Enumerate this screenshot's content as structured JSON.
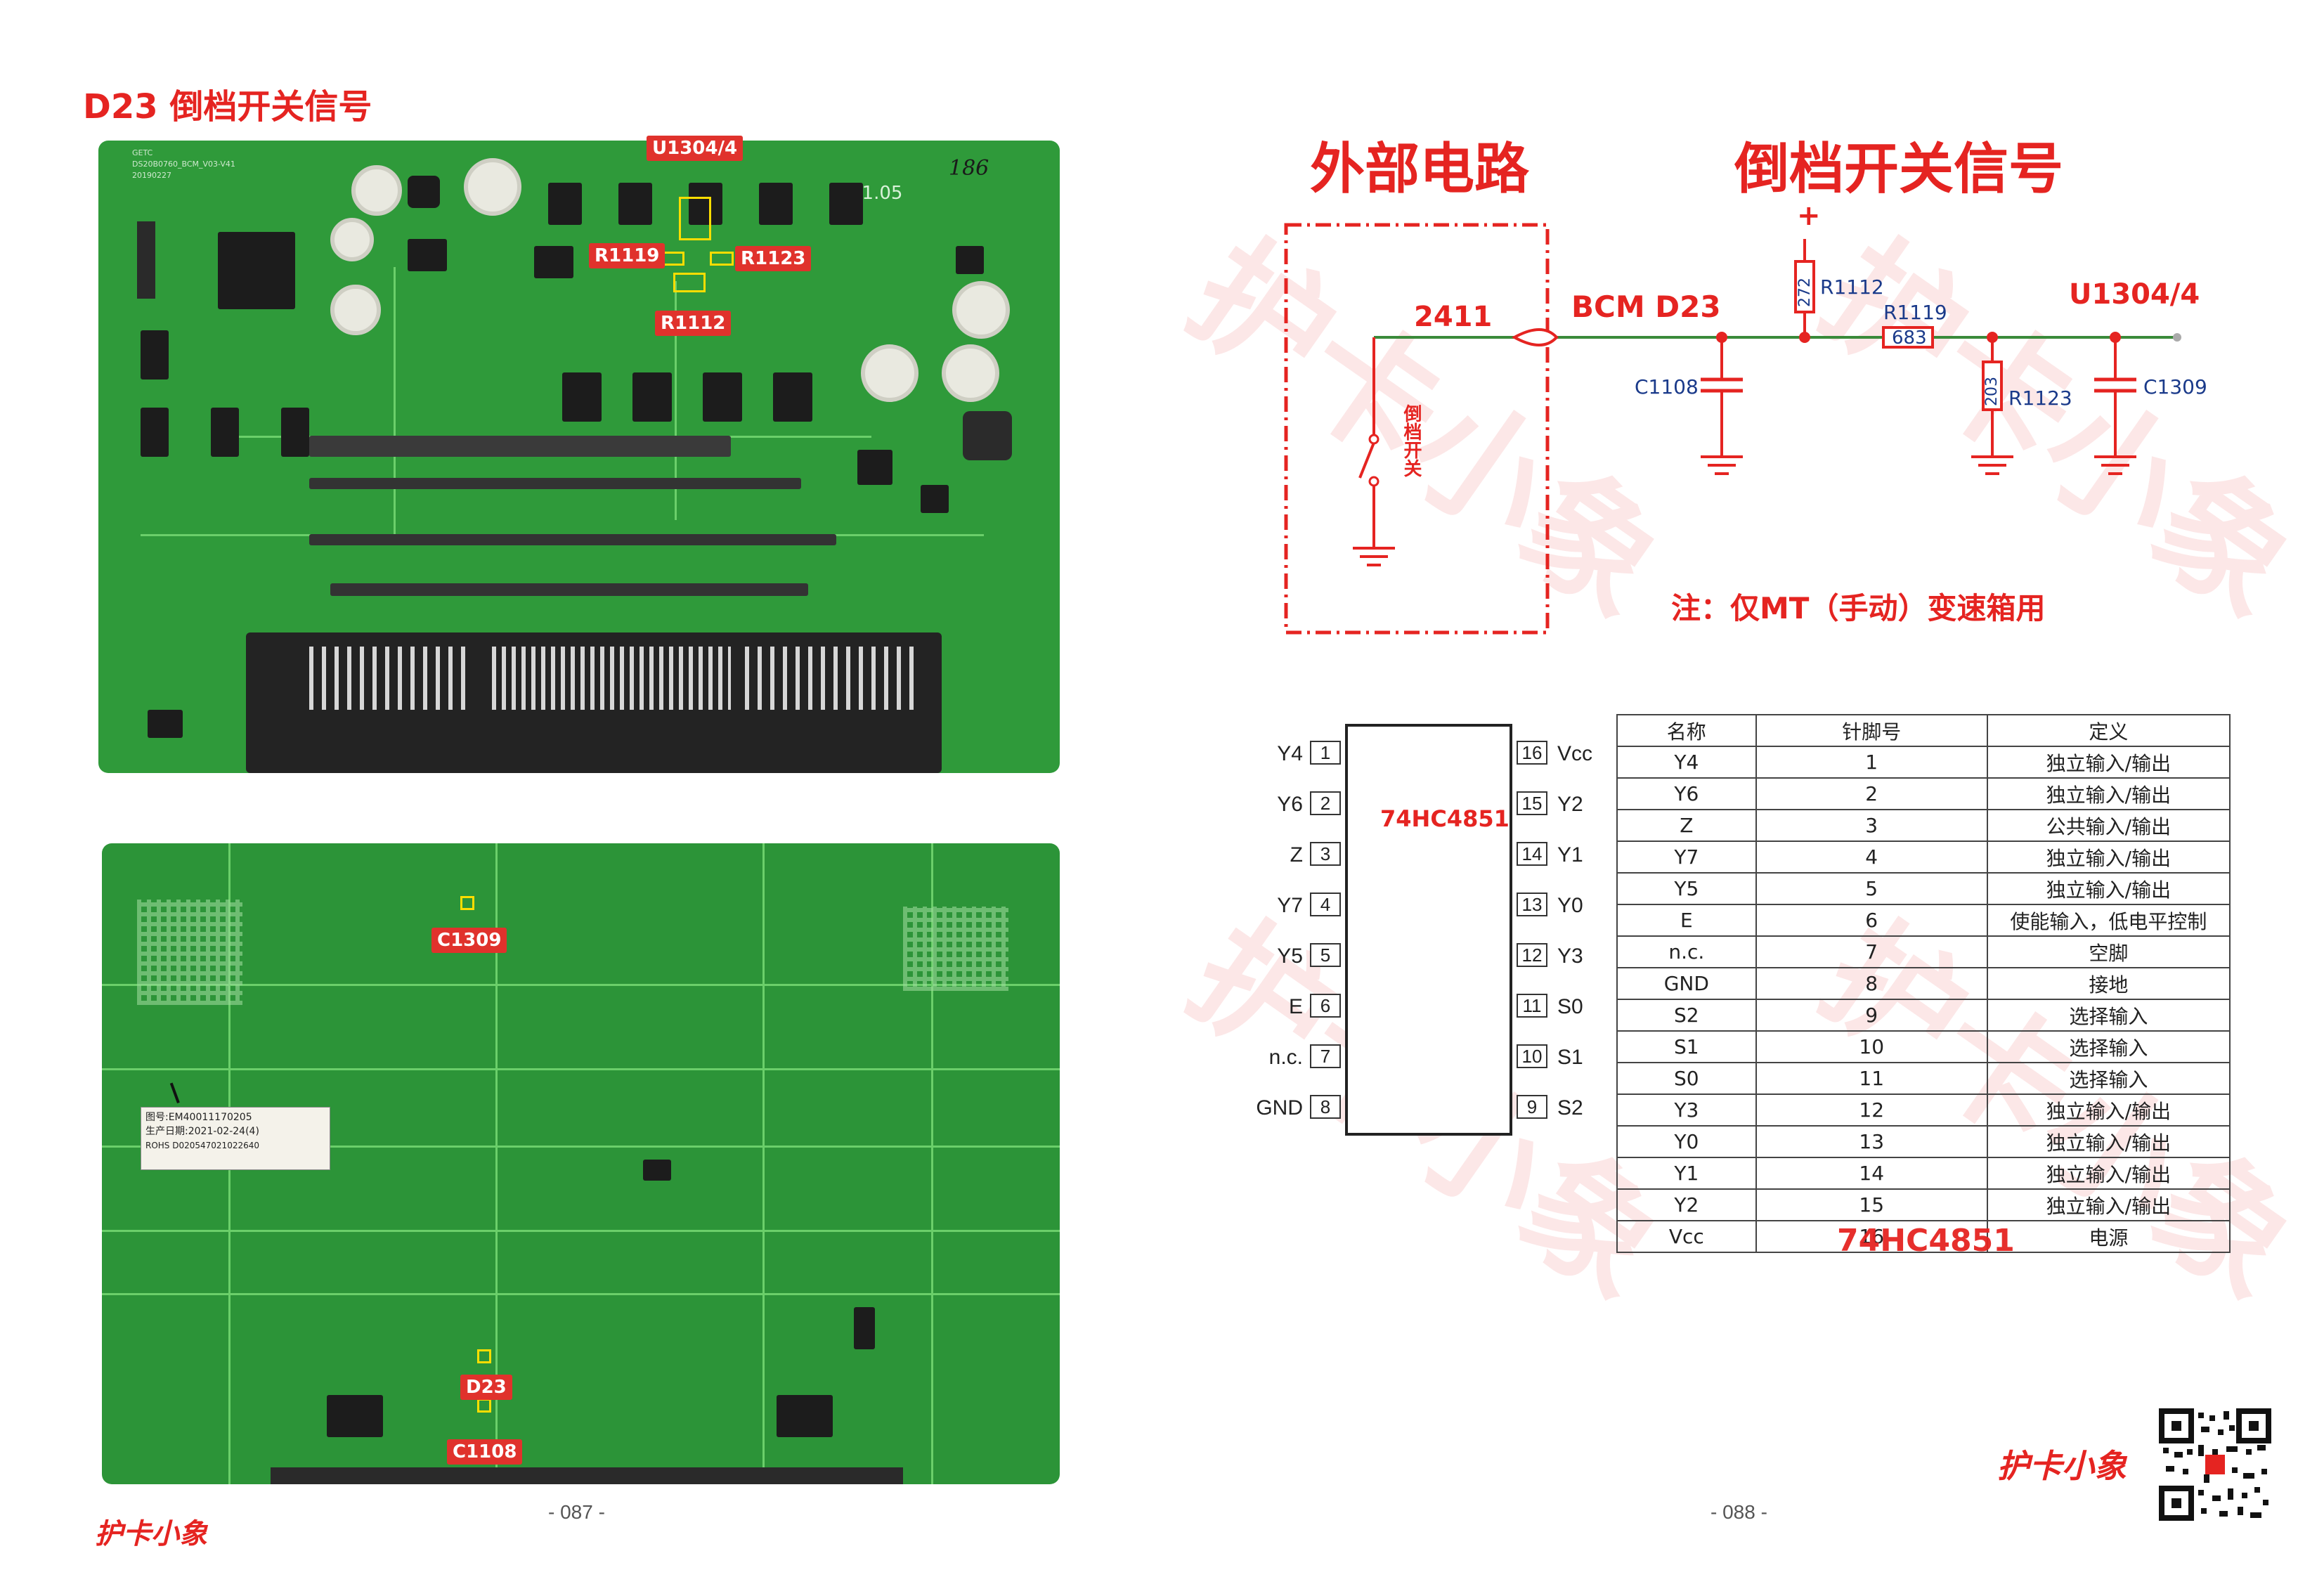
{
  "left_page": {
    "title": "D23 倒档开关信号",
    "page_number": "- 087 -",
    "brand": "护卡小象",
    "top_board_labels": {
      "u1304": "U1304/4",
      "r1119": "R1119",
      "r1123": "R1123",
      "r1112": "R1112",
      "silk_number": "186",
      "silk_date": "21.05",
      "silk_text": "GETC\nDS20B0760_BCM_V03-V41\n20190227"
    },
    "bottom_board_labels": {
      "c1309": "C1309",
      "d23": "D23",
      "c1108": "C1108",
      "sticker_line1": "图号:EM40011170205",
      "sticker_line2": "生产日期:2021-02-24(4)",
      "sticker_line3": "ROHS D020547021022640"
    }
  },
  "right_page": {
    "heading_left": "外部电路",
    "heading_right": "倒档开关信号",
    "page_number": "- 088 -",
    "brand": "护卡小象",
    "watermark": "护卡小象",
    "schematic": {
      "net_2411": "2411",
      "bcm": "BCM D23",
      "switch_label": "倒档开关",
      "plus": "+",
      "r1112_name": "R1112",
      "r1112_value": "272",
      "r1119_name": "R1119",
      "r1119_value": "683",
      "r1123_name": "R1123",
      "r1123_value": "203",
      "c1108": "C1108",
      "c1309": "C1309",
      "u1304": "U1304/4",
      "note": "注：仅MT（手动）变速箱用"
    },
    "ic": {
      "name": "74HC4851",
      "left_pins": [
        {
          "name": "Y4",
          "num": "1"
        },
        {
          "name": "Y6",
          "num": "2"
        },
        {
          "name": "Z",
          "num": "3"
        },
        {
          "name": "Y7",
          "num": "4"
        },
        {
          "name": "Y5",
          "num": "5"
        },
        {
          "name": "E",
          "num": "6"
        },
        {
          "name": "n.c.",
          "num": "7"
        },
        {
          "name": "GND",
          "num": "8"
        }
      ],
      "right_pins": [
        {
          "name": "Vcc",
          "num": "16"
        },
        {
          "name": "Y2",
          "num": "15"
        },
        {
          "name": "Y1",
          "num": "14"
        },
        {
          "name": "Y0",
          "num": "13"
        },
        {
          "name": "Y3",
          "num": "12"
        },
        {
          "name": "S0",
          "num": "11"
        },
        {
          "name": "S1",
          "num": "10"
        },
        {
          "name": "S2",
          "num": "9"
        }
      ]
    },
    "table": {
      "headers": [
        "名称",
        "针脚号",
        "定义"
      ],
      "rows": [
        [
          "Y4",
          "1",
          "独立输入/输出"
        ],
        [
          "Y6",
          "2",
          "独立输入/输出"
        ],
        [
          "Z",
          "3",
          "公共输入/输出"
        ],
        [
          "Y7",
          "4",
          "独立输入/输出"
        ],
        [
          "Y5",
          "5",
          "独立输入/输出"
        ],
        [
          "E",
          "6",
          "使能输入，低电平控制"
        ],
        [
          "n.c.",
          "7",
          "空脚"
        ],
        [
          "GND",
          "8",
          "接地"
        ],
        [
          "S2",
          "9",
          "选择输入"
        ],
        [
          "S1",
          "10",
          "选择输入"
        ],
        [
          "S0",
          "11",
          "选择输入"
        ],
        [
          "Y3",
          "12",
          "独立输入/输出"
        ],
        [
          "Y0",
          "13",
          "独立输入/输出"
        ],
        [
          "Y1",
          "14",
          "独立输入/输出"
        ],
        [
          "Y2",
          "15",
          "独立输入/输出"
        ],
        [
          "Vcc",
          "16",
          "电源"
        ]
      ],
      "overlay": "74HC4851"
    }
  },
  "colors": {
    "accent_red": "#e52421",
    "pcb_green": "#2f9a3a",
    "schematic_green": "#3a8a3a",
    "resistor_blue": "#1a3a8a"
  }
}
